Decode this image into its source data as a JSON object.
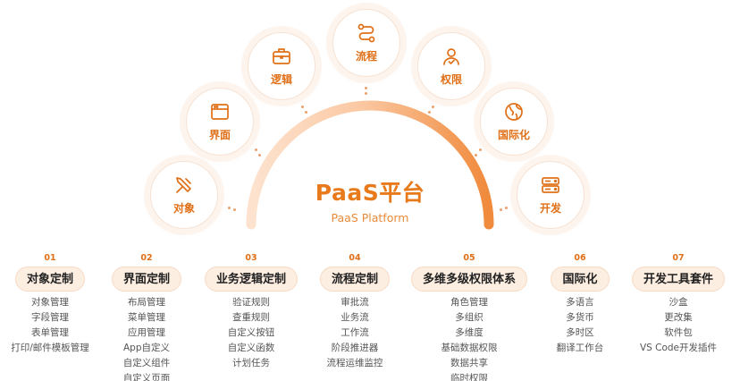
{
  "center": {
    "title": "PaaS平台",
    "subtitle": "PaaS Platform"
  },
  "colors": {
    "accent": "#e87a1c",
    "arc_start": "#fde7d6",
    "arc_end": "#f08a3c",
    "pill_bg": "#fdeee2"
  },
  "nodes": [
    {
      "label": "对象",
      "icon": "tools-icon"
    },
    {
      "label": "界面",
      "icon": "window-icon"
    },
    {
      "label": "逻辑",
      "icon": "briefcase-icon"
    },
    {
      "label": "流程",
      "icon": "flow-icon"
    },
    {
      "label": "权限",
      "icon": "user-shield-icon"
    },
    {
      "label": "国际化",
      "icon": "globe-icon"
    },
    {
      "label": "开发",
      "icon": "server-icon"
    }
  ],
  "columns": [
    {
      "num": "01",
      "title": "对象定制",
      "items": [
        "对象管理",
        "字段管理",
        "表单管理",
        "打印/邮件模板管理"
      ]
    },
    {
      "num": "02",
      "title": "界面定制",
      "items": [
        "布局管理",
        "菜单管理",
        "应用管理",
        "App自定义",
        "自定义组件",
        "自定义页面"
      ]
    },
    {
      "num": "03",
      "title": "业务逻辑定制",
      "items": [
        "验证规则",
        "查重规则",
        "自定义按钮",
        "自定义函数",
        "计划任务"
      ]
    },
    {
      "num": "04",
      "title": "流程定制",
      "items": [
        "审批流",
        "业务流",
        "工作流",
        "阶段推进器",
        "流程运维监控"
      ]
    },
    {
      "num": "05",
      "title": "多维多级权限体系",
      "items": [
        "角色管理",
        "多组织",
        "多维度",
        "基础数据权限",
        "数据共享",
        "临时权限"
      ]
    },
    {
      "num": "06",
      "title": "国际化",
      "items": [
        "多语言",
        "多货币",
        "多时区",
        "翻译工作台"
      ]
    },
    {
      "num": "07",
      "title": "开发工具套件",
      "items": [
        "沙盒",
        "更改集",
        "软件包",
        "VS Code开发插件"
      ]
    }
  ]
}
